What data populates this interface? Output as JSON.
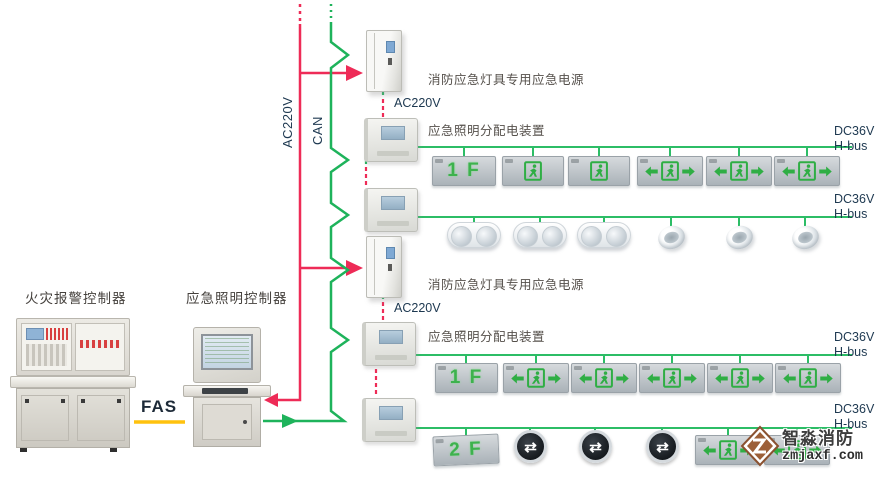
{
  "diagram": {
    "controllers": {
      "fire_alarm_label": "火灾报警控制器",
      "emergency_lighting_label": "应急照明控制器",
      "fas_link_label": "FAS"
    },
    "risers": {
      "ac_label": "AC220V",
      "can_label": "CAN"
    },
    "groups": [
      {
        "power_supply_label": "消防应急灯具专用应急电源",
        "feed_label": "AC220V",
        "distribution_label": "应急照明分配电装置"
      },
      {
        "power_supply_label": "消防应急灯具专用应急电源",
        "feed_label": "AC220V",
        "distribution_label": "应急照明分配电装置"
      }
    ],
    "buses": [
      {
        "voltage_label": "DC36V",
        "bus_label": "H-bus",
        "devices": [
          "floor-sign-1F",
          "exit-sign-man",
          "exit-sign-man",
          "exit-sign-double-arrow",
          "exit-sign-double-arrow",
          "exit-sign-double-arrow"
        ]
      },
      {
        "voltage_label": "DC36V",
        "bus_label": "H-bus",
        "devices": [
          "twin-spot-emergency-light",
          "twin-spot-emergency-light",
          "twin-spot-emergency-light",
          "emergency-downlight",
          "emergency-downlight",
          "emergency-downlight"
        ]
      },
      {
        "voltage_label": "DC36V",
        "bus_label": "H-bus",
        "devices": [
          "floor-sign-1F",
          "exit-sign-double-arrow",
          "exit-sign-double-arrow",
          "exit-sign-double-arrow",
          "exit-sign-double-arrow",
          "exit-sign-double-arrow"
        ]
      },
      {
        "voltage_label": "DC36V",
        "bus_label": "H-bus",
        "devices": [
          "floor-sign-2F",
          "floor-mounted-light",
          "floor-mounted-light",
          "floor-mounted-light",
          "exit-sign-double-arrow",
          "exit-sign-double-arrow"
        ]
      }
    ],
    "signs": {
      "floor1_text": "1 F",
      "floor2_text": "2 F"
    },
    "icons": {
      "floor_light_glyph": "⇄"
    },
    "watermark": {
      "name": "智淼消防",
      "site": "zmjaxf.com"
    },
    "colors": {
      "ac_line": "#ee2b57",
      "can_line": "#1eb35b",
      "fas_line": "#ffc20e",
      "sign_green": "#39b24a",
      "bus_line": "#2cbd66"
    }
  }
}
